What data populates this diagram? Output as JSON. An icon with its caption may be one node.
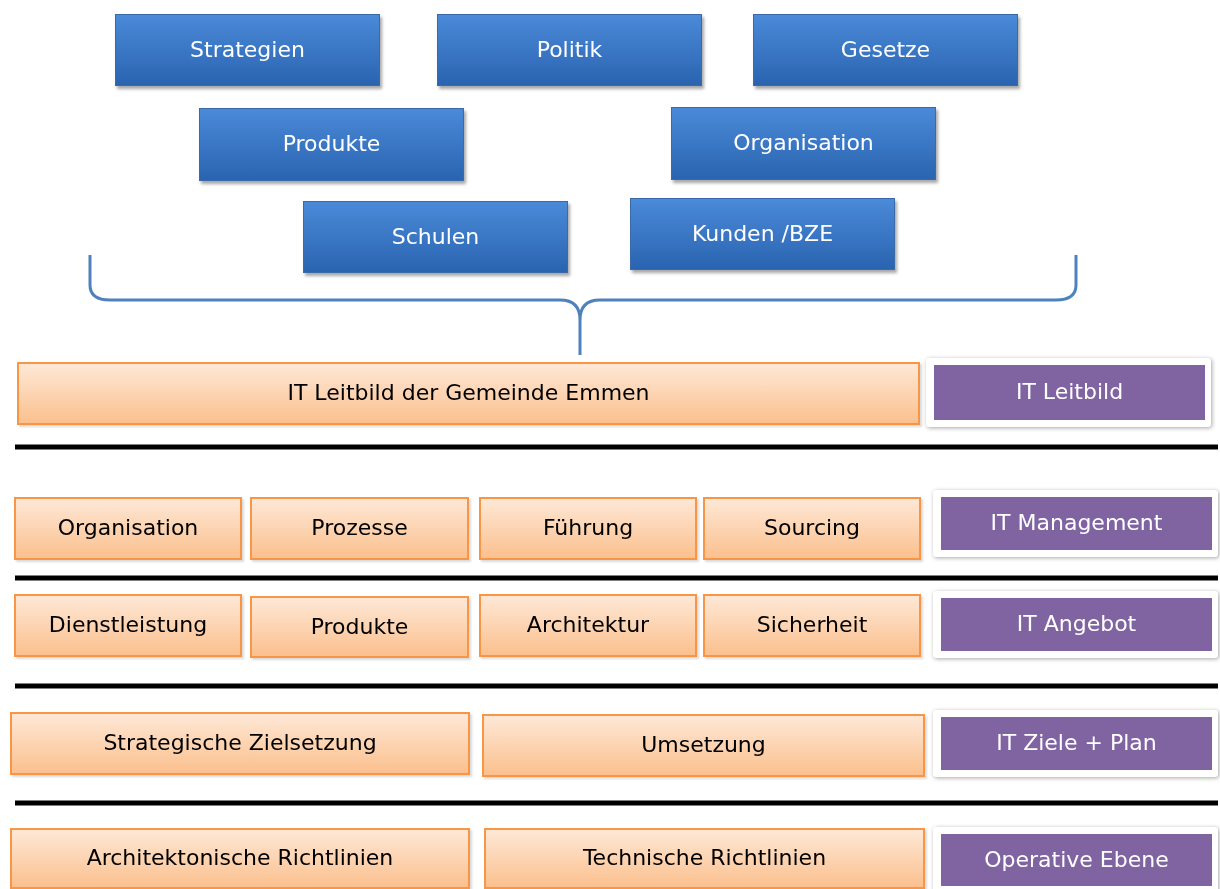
{
  "diagram": {
    "nodes": [
      {
        "text": [
          "Strategien"
        ]
      },
      {
        "text": [
          "Politik"
        ]
      },
      {
        "text": [
          "Gesetze"
        ]
      },
      {
        "text": [
          "Produkte"
        ]
      },
      {
        "text": [
          "Organisation"
        ]
      },
      {
        "text": [
          "Schulen"
        ]
      },
      {
        "text": [
          "Kunden /BZE"
        ]
      },
      {
        "text": [
          "IT Leitbild der Gemeinde Emmen"
        ]
      },
      {
        "text": [
          "IT Leitbild"
        ]
      },
      {
        "text": [
          "Organisation"
        ]
      },
      {
        "text": [
          "Prozesse"
        ]
      },
      {
        "text": [
          "Führung"
        ]
      },
      {
        "text": [
          "Sourcing"
        ]
      },
      {
        "text": [
          "IT Management"
        ]
      },
      {
        "text": [
          "Dienstleistung"
        ]
      },
      {
        "text": [
          "Produkte"
        ]
      },
      {
        "text": [
          "Architektur"
        ]
      },
      {
        "text": [
          "Sicherheit"
        ]
      },
      {
        "text": [
          "IT Angebot"
        ]
      },
      {
        "text": [
          "Strategische Zielsetzung"
        ]
      },
      {
        "text": [
          "Umsetzung"
        ]
      },
      {
        "text": [
          "IT Ziele + Plan"
        ]
      },
      {
        "text": [
          "Architektonische Richtlinien"
        ]
      },
      {
        "text": [
          "Technische Richtlinien"
        ]
      },
      {
        "text": [
          "Operative Ebene"
        ]
      }
    ]
  }
}
